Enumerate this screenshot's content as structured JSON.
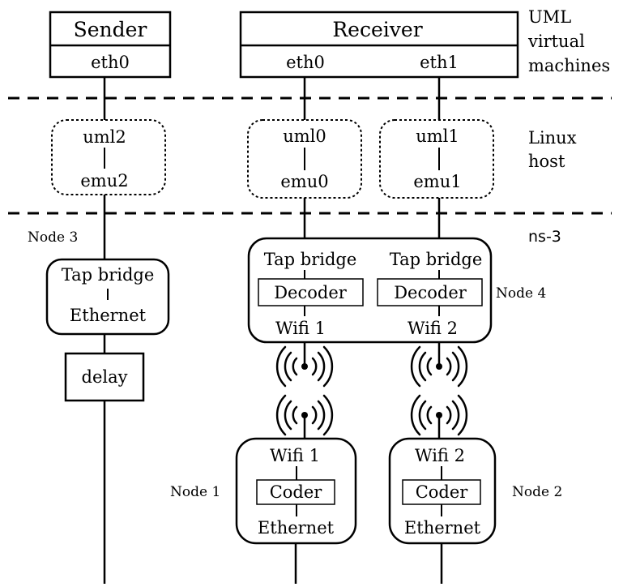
{
  "layers": {
    "uml": [
      "UML",
      "virtual",
      "machines"
    ],
    "linux": [
      "Linux",
      "host"
    ],
    "ns3": "ns-3"
  },
  "sender": {
    "title": "Sender",
    "iface": "eth0"
  },
  "receiver": {
    "title": "Receiver",
    "iface0": "eth0",
    "iface1": "eth1"
  },
  "host": {
    "left": {
      "top": "uml2",
      "bottom": "emu2"
    },
    "mid": {
      "top": "uml0",
      "bottom": "emu0"
    },
    "right": {
      "top": "uml1",
      "bottom": "emu1"
    }
  },
  "node3": {
    "label": "Node 3",
    "top": "Tap bridge",
    "bottom": "Ethernet",
    "delay": "delay"
  },
  "node4": {
    "label": "Node 4",
    "left": {
      "top": "Tap bridge",
      "decoder": "Decoder",
      "bottom": "Wifi 1"
    },
    "right": {
      "top": "Tap bridge",
      "decoder": "Decoder",
      "bottom": "Wifi 2"
    }
  },
  "node1": {
    "label": "Node 1",
    "top": "Wifi 1",
    "coder": "Coder",
    "bottom": "Ethernet"
  },
  "node2": {
    "label": "Node 2",
    "top": "Wifi 2",
    "coder": "Coder",
    "bottom": "Ethernet"
  }
}
